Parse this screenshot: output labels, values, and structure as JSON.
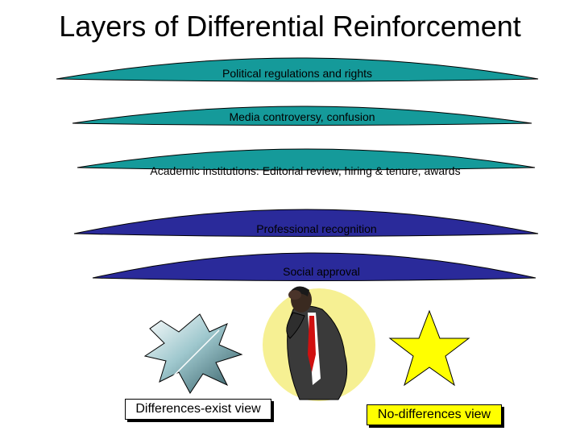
{
  "title": "Layers of Differential Reinforcement",
  "layers": [
    {
      "label": "Political regulations and rights",
      "color": "#159a9a"
    },
    {
      "label": "Media controversy, confusion",
      "color": "#159a9a"
    },
    {
      "label": "Academic institutions: Editorial review, hiring & tenure, awards",
      "color": "#159a9a"
    },
    {
      "label": "Professional recognition",
      "color": "#2a2a9a"
    },
    {
      "label": "Social approval",
      "color": "#2a2a9a"
    }
  ],
  "left_view": {
    "label": "Differences-exist view"
  },
  "right_view": {
    "label": "No-differences view",
    "color": "#ffff00"
  },
  "figure": {
    "icon": "thinking-person-icon",
    "halo_color": "#f6f093"
  }
}
